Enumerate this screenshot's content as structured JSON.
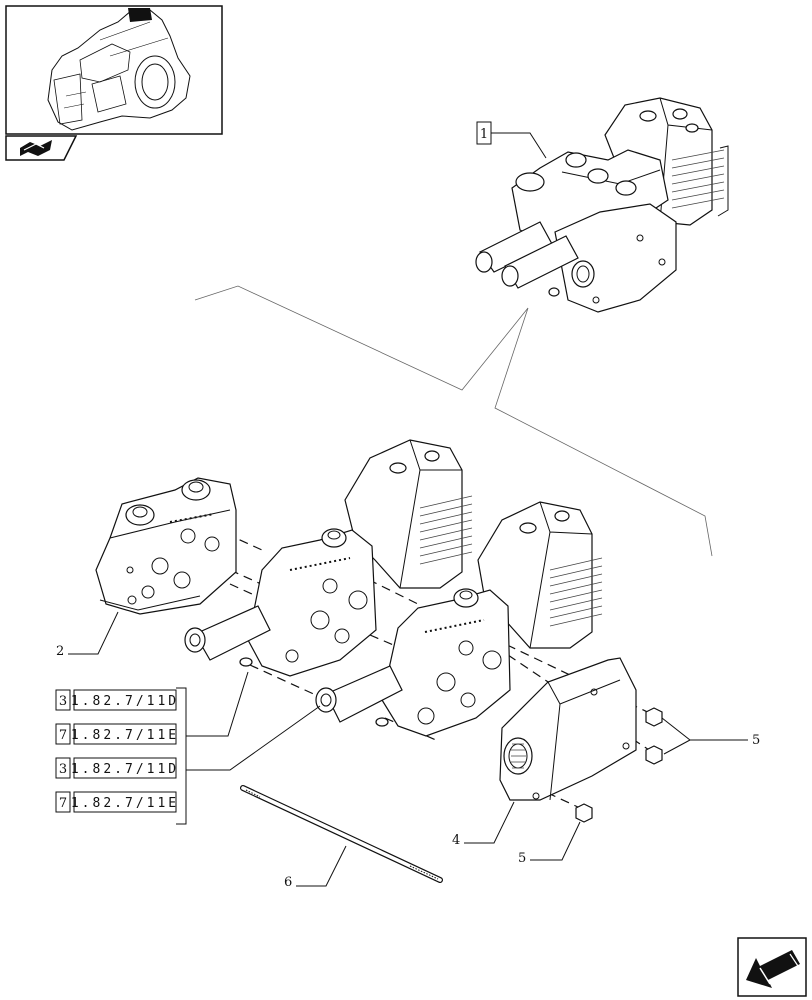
{
  "callouts": {
    "assembly": "1",
    "part2": "2",
    "part4": "4",
    "part5a": "5",
    "part5b": "5",
    "part6": "6"
  },
  "references": [
    {
      "index": "3",
      "code": "1.82.7/11D"
    },
    {
      "index": "7",
      "code": "1.82.7/11E"
    },
    {
      "index": "3",
      "code": "1.82.7/11D"
    },
    {
      "index": "7",
      "code": "1.82.7/11E"
    }
  ],
  "icons": {
    "thumbnail": "transmission-housing-thumbnail",
    "book": "book-icon",
    "next": "next-page-arrow-icon"
  }
}
